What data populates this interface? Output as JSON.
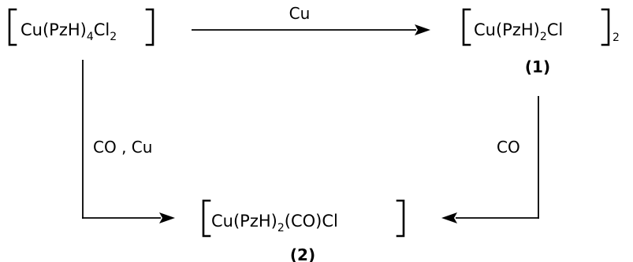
{
  "compounds": {
    "start": {
      "main": "Cu(PzH)",
      "sub1": "4",
      "mid": "Cl",
      "sub2": "2"
    },
    "product1": {
      "main": "Cu(PzH)",
      "sub1": "2",
      "tail": "Cl",
      "outer_sub": "2",
      "number": "(1)"
    },
    "product2": {
      "main": "Cu(PzH)",
      "sub1": "2",
      "tail": "(CO)Cl",
      "number": "(2)"
    }
  },
  "reagents": {
    "top_arrow": "Cu",
    "left_arrow": "CO , Cu",
    "right_arrow": "CO"
  }
}
